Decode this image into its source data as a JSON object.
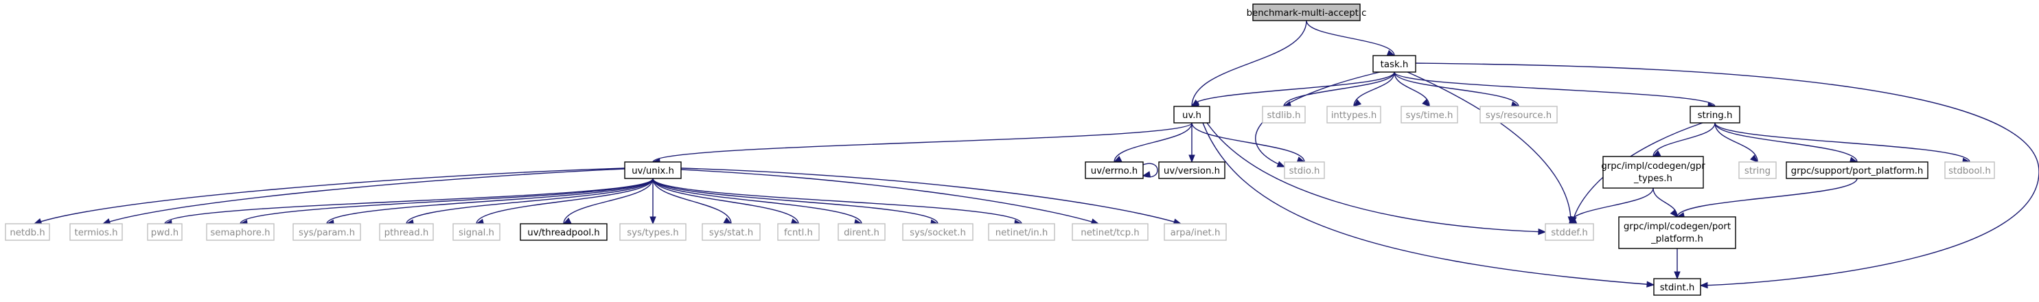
{
  "graph": {
    "root": "benchmark-multi-accept.c",
    "nodes": {
      "root": "benchmark-multi-accept.c",
      "task": "task.h",
      "uv": "uv.h",
      "stdlib": "stdlib.h",
      "inttypes": "inttypes.h",
      "systime": "sys/time.h",
      "sysresource": "sys/resource.h",
      "string": "string.h",
      "uvunix": "uv/unix.h",
      "uverrno": "uv/errno.h",
      "uvversion": "uv/version.h",
      "stdio": "stdio.h",
      "gprtypes_1": "grpc/impl/codegen/gpr",
      "gprtypes_2": "_types.h",
      "stringstd": "string",
      "portplatform": "grpc/support/port_platform.h",
      "stdbool": "stdbool.h",
      "stddef": "stddef.h",
      "codegenport_1": "grpc/impl/codegen/port",
      "codegenport_2": "_platform.h",
      "stdint": "stdint.h",
      "netdb": "netdb.h",
      "termios": "termios.h",
      "pwd": "pwd.h",
      "semaphore": "semaphore.h",
      "sysparam": "sys/param.h",
      "pthread": "pthread.h",
      "signal": "signal.h",
      "threadpool": "uv/threadpool.h",
      "systypes": "sys/types.h",
      "sysstat": "sys/stat.h",
      "fcntl": "fcntl.h",
      "dirent": "dirent.h",
      "syssocket": "sys/socket.h",
      "netinetin": "netinet/in.h",
      "netinettcp": "netinet/tcp.h",
      "arpainet": "arpa/inet.h"
    },
    "edges": [
      [
        "root",
        "task"
      ],
      [
        "root",
        "uv"
      ],
      [
        "task",
        "uv"
      ],
      [
        "task",
        "stdlib"
      ],
      [
        "task",
        "inttypes"
      ],
      [
        "task",
        "systime"
      ],
      [
        "task",
        "sysresource"
      ],
      [
        "task",
        "string"
      ],
      [
        "task",
        "stdio"
      ],
      [
        "task",
        "stddef"
      ],
      [
        "task",
        "stdint"
      ],
      [
        "uv",
        "uvunix"
      ],
      [
        "uv",
        "uverrno"
      ],
      [
        "uv",
        "uvversion"
      ],
      [
        "uv",
        "stdio"
      ],
      [
        "uv",
        "stddef"
      ],
      [
        "uv",
        "stdint"
      ],
      [
        "uverrno",
        "uverrno"
      ],
      [
        "string",
        "gprtypes"
      ],
      [
        "string",
        "stringstd"
      ],
      [
        "string",
        "portplatform"
      ],
      [
        "string",
        "stdbool"
      ],
      [
        "string",
        "stddef"
      ],
      [
        "gprtypes",
        "stddef"
      ],
      [
        "gprtypes",
        "codegenport"
      ],
      [
        "portplatform",
        "codegenport"
      ],
      [
        "codegenport",
        "stdint"
      ],
      [
        "uvunix",
        "netdb"
      ],
      [
        "uvunix",
        "termios"
      ],
      [
        "uvunix",
        "pwd"
      ],
      [
        "uvunix",
        "semaphore"
      ],
      [
        "uvunix",
        "sysparam"
      ],
      [
        "uvunix",
        "pthread"
      ],
      [
        "uvunix",
        "signal"
      ],
      [
        "uvunix",
        "threadpool"
      ],
      [
        "uvunix",
        "systypes"
      ],
      [
        "uvunix",
        "sysstat"
      ],
      [
        "uvunix",
        "fcntl"
      ],
      [
        "uvunix",
        "dirent"
      ],
      [
        "uvunix",
        "syssocket"
      ],
      [
        "uvunix",
        "netinetin"
      ],
      [
        "uvunix",
        "netinettcp"
      ],
      [
        "uvunix",
        "arpainet"
      ]
    ],
    "colors": {
      "edge": "#191970",
      "root_fill": "#bfbfbf",
      "missing_border": "#bfbfbf",
      "missing_text": "#8a8a8a"
    }
  }
}
